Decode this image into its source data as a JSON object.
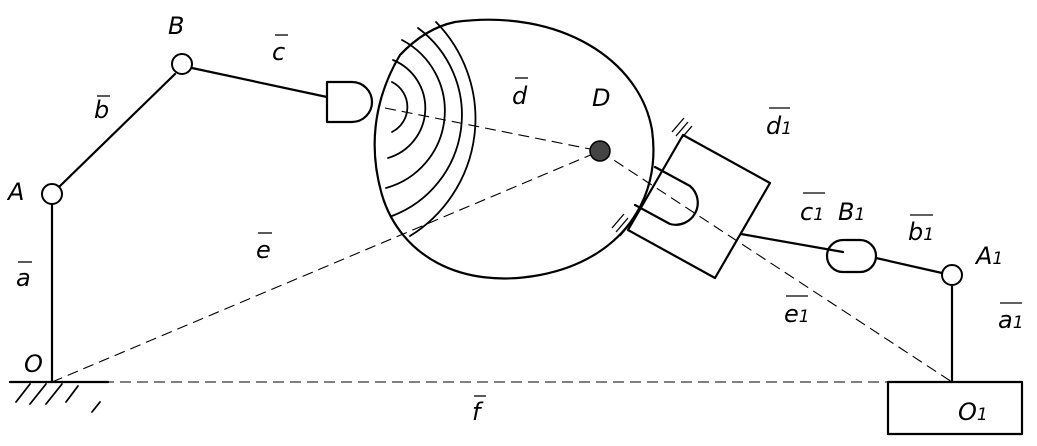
{
  "labels": {
    "B": "B",
    "c": "c",
    "b": "b",
    "d": "d",
    "D": "D",
    "d1": "d",
    "d1_sub": "1",
    "A": "A",
    "a": "a",
    "e": "e",
    "c1": "c",
    "c1_sub": "1",
    "B1": "B",
    "B1_sub": "1",
    "b1": "b",
    "b1_sub": "1",
    "A1": "A",
    "A1_sub": "1",
    "a1": "a",
    "a1_sub": "1",
    "e1": "e",
    "e1_sub": "1",
    "O": "O",
    "f": "f",
    "O1": "O",
    "O1_sub": "1"
  },
  "colors": {
    "stroke": "#000000",
    "joint_fill": "#ffffff",
    "center_point": "#444444",
    "background": "#ffffff"
  }
}
